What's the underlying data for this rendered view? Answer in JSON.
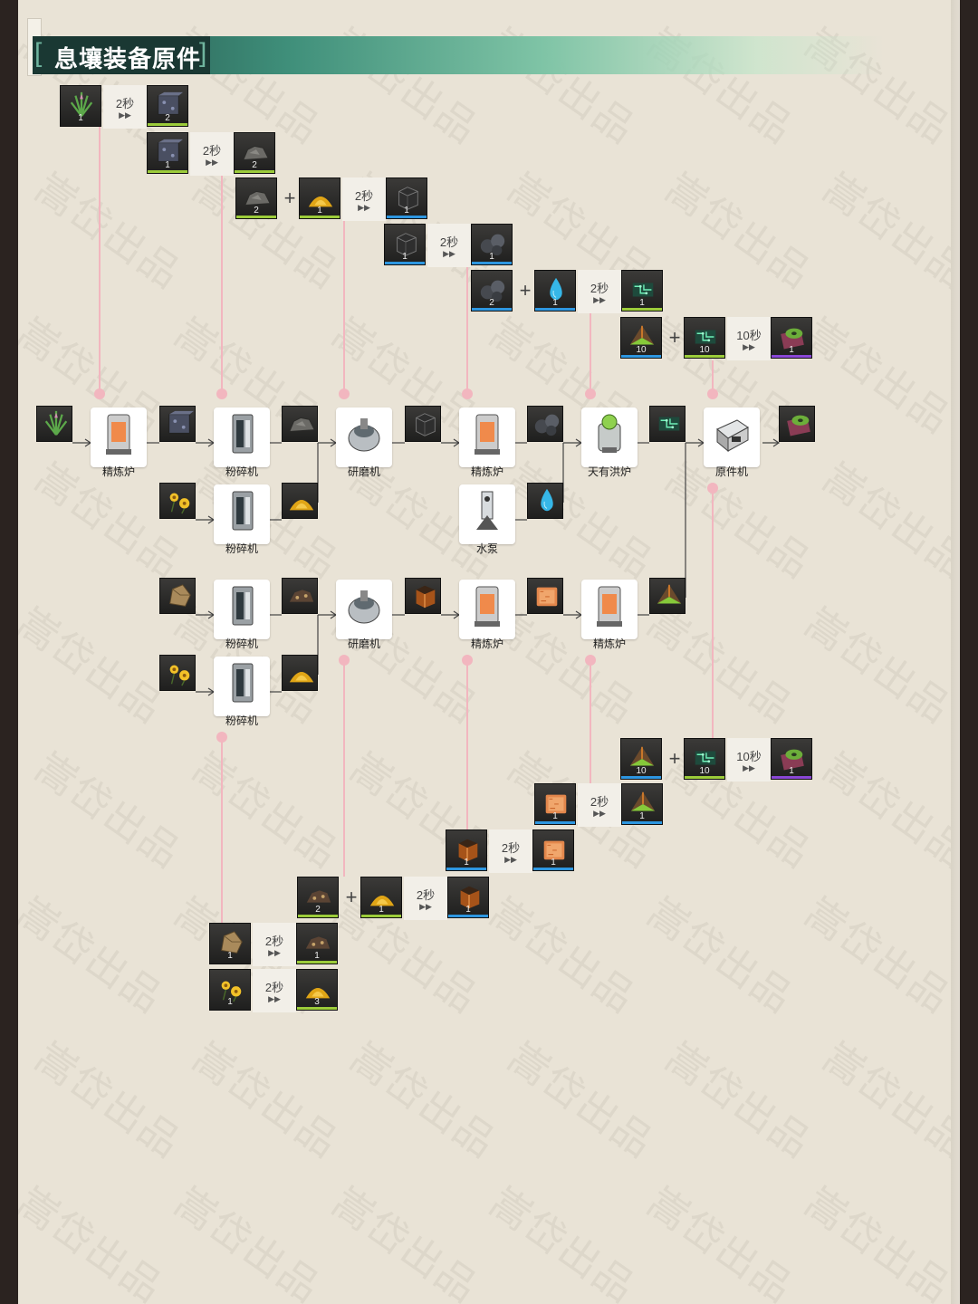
{
  "title": "息壤装备原件",
  "colors": {
    "pink_line": "#f2b6bf",
    "flow_line": "#444444",
    "rarity_green": "#9ccc3a",
    "rarity_blue": "#2d96e0",
    "rarity_purple": "#8a47d6"
  },
  "watermark": "嵩岱出品",
  "recipes": [
    {
      "inputs": [
        {
          "icon": "plant-icon",
          "count": "1"
        }
      ],
      "time": "2秒",
      "outputs": [
        {
          "icon": "ore-block-icon",
          "count": "2"
        }
      ]
    },
    {
      "inputs": [
        {
          "icon": "ore-block-icon",
          "count": "1"
        }
      ],
      "time": "2秒",
      "outputs": [
        {
          "icon": "rock-pile-icon",
          "count": "2"
        }
      ]
    },
    {
      "inputs": [
        {
          "icon": "rock-pile-icon",
          "count": "2"
        },
        {
          "icon": "yellow-powder-icon",
          "count": "1"
        }
      ],
      "time": "2秒",
      "outputs": [
        {
          "icon": "dark-cube-icon",
          "count": "1"
        }
      ]
    },
    {
      "inputs": [
        {
          "icon": "dark-cube-icon",
          "count": "1"
        }
      ],
      "time": "2秒",
      "outputs": [
        {
          "icon": "stone-cluster-icon",
          "count": "1"
        }
      ]
    },
    {
      "inputs": [
        {
          "icon": "stone-cluster-icon",
          "count": "2"
        },
        {
          "icon": "water-drop-icon",
          "count": "1"
        }
      ],
      "time": "2秒",
      "outputs": [
        {
          "icon": "green-circuit-icon",
          "count": "1"
        }
      ]
    },
    {
      "inputs": [
        {
          "icon": "pyramid-part-icon",
          "count": "10"
        },
        {
          "icon": "green-circuit-icon",
          "count": "10"
        }
      ],
      "time": "10秒",
      "outputs": [
        {
          "icon": "equipment-part-icon",
          "count": "1"
        }
      ]
    },
    {
      "inputs": [
        {
          "icon": "pyramid-part-icon",
          "count": "10"
        },
        {
          "icon": "green-circuit-icon",
          "count": "10"
        }
      ],
      "time": "10秒",
      "outputs": [
        {
          "icon": "equipment-part-icon",
          "count": "1"
        }
      ]
    },
    {
      "inputs": [
        {
          "icon": "orange-cube-icon",
          "count": "1"
        }
      ],
      "time": "2秒",
      "outputs": [
        {
          "icon": "pyramid-part-icon",
          "count": "1"
        }
      ]
    },
    {
      "inputs": [
        {
          "icon": "glow-cube-icon",
          "count": "1"
        }
      ],
      "time": "2秒",
      "outputs": [
        {
          "icon": "orange-cube-icon",
          "count": "1"
        }
      ]
    },
    {
      "inputs": [
        {
          "icon": "brown-rock-icon",
          "count": "2"
        },
        {
          "icon": "yellow-powder-icon",
          "count": "1"
        }
      ],
      "time": "2秒",
      "outputs": [
        {
          "icon": "glow-cube-icon",
          "count": "1"
        }
      ]
    },
    {
      "inputs": [
        {
          "icon": "ore-chunk-icon",
          "count": "1"
        }
      ],
      "time": "2秒",
      "outputs": [
        {
          "icon": "brown-rock-icon",
          "count": "1"
        }
      ]
    },
    {
      "inputs": [
        {
          "icon": "yellow-flower-icon",
          "count": "1"
        }
      ],
      "time": "2秒",
      "outputs": [
        {
          "icon": "yellow-powder-icon",
          "count": "3"
        }
      ]
    }
  ],
  "machines": {
    "refiner": "精炼炉",
    "crusher": "粉碎机",
    "grinder": "研磨机",
    "pump": "水泵",
    "furnace": "天有洪炉",
    "assembler": "原件机"
  }
}
